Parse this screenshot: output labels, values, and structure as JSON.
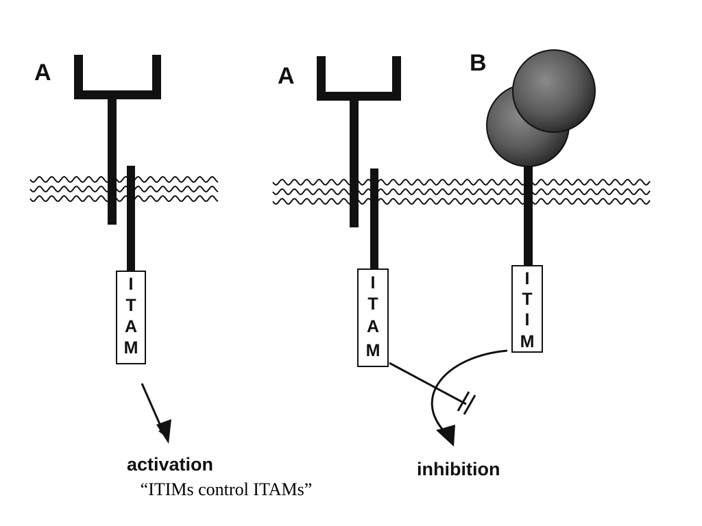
{
  "diagram": {
    "left_panel": {
      "receptor_label": "A",
      "motif_letters": [
        "I",
        "T",
        "A",
        "M"
      ],
      "outcome": "activation"
    },
    "right_panel": {
      "receptor_a_label": "A",
      "receptor_b_label": "B",
      "itam_letters": [
        "I",
        "T",
        "A",
        "M"
      ],
      "itim_letters": [
        "I",
        "T",
        "I",
        "M"
      ],
      "outcome": "inhibition"
    },
    "caption": "“ITIMs control ITAMs”"
  }
}
